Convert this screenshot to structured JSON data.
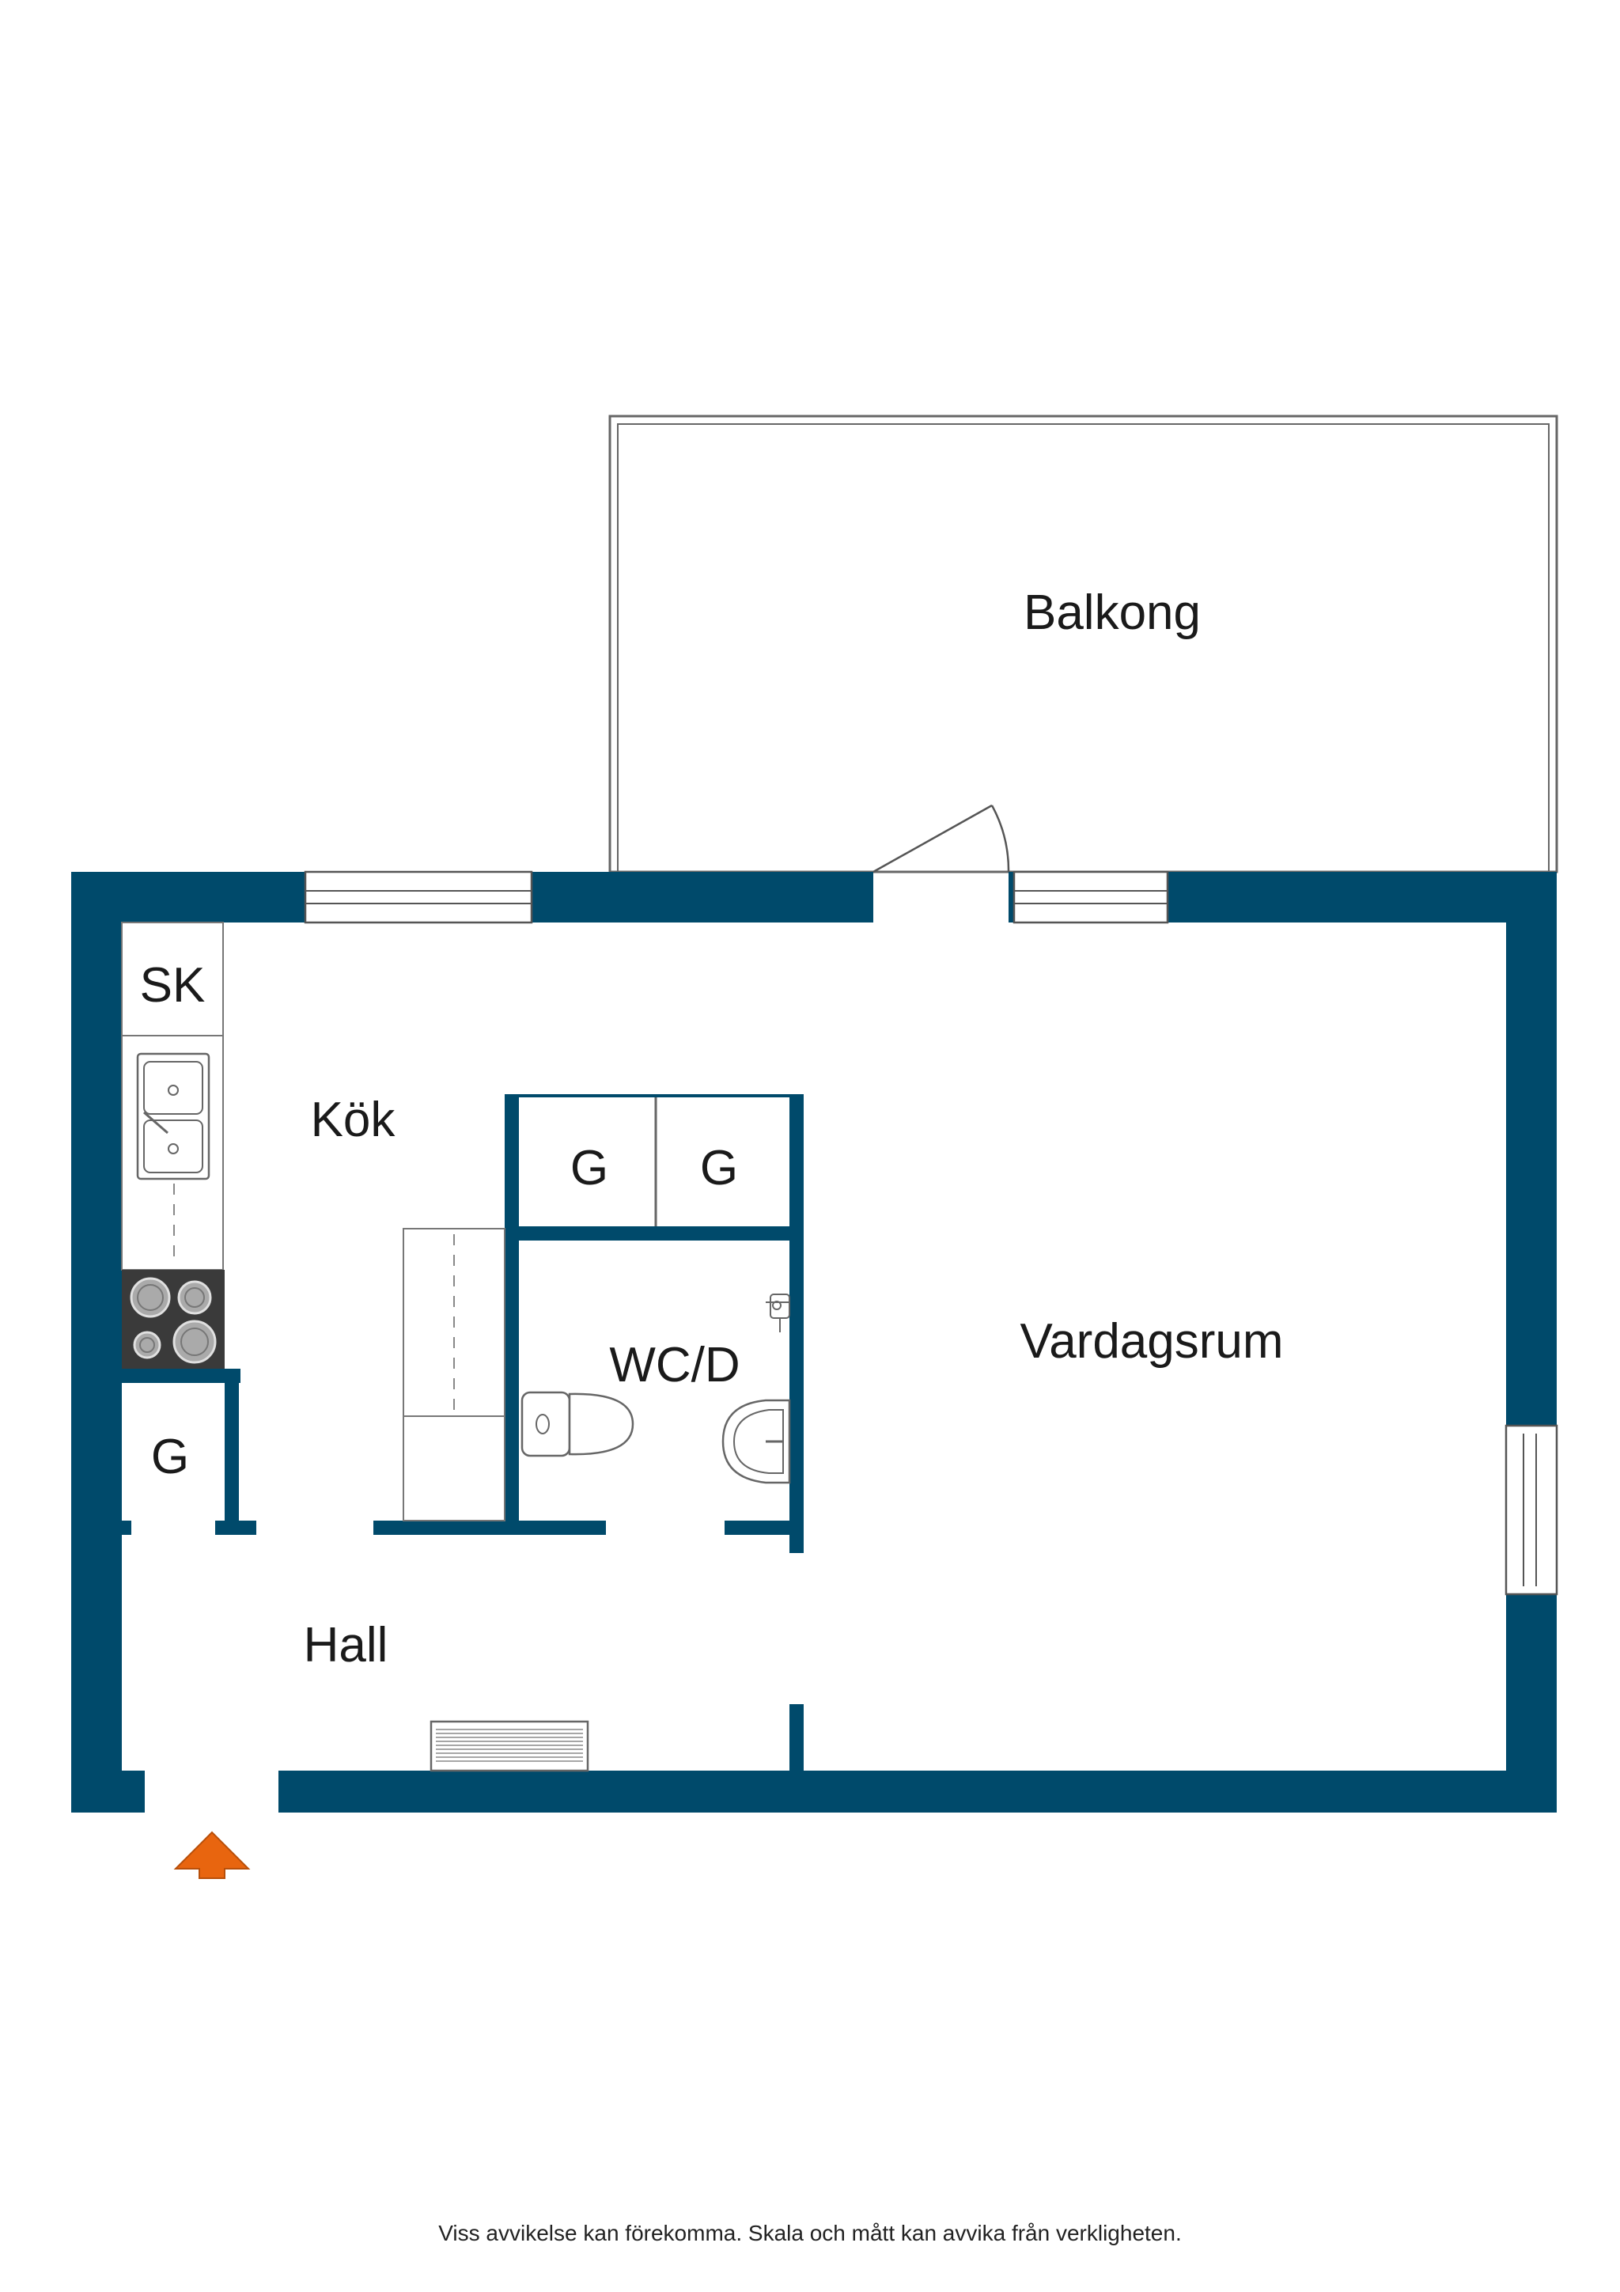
{
  "rooms": {
    "balkong": "Balkong",
    "sk": "SK",
    "kok": "Kök",
    "g_closet_1": "G",
    "g_closet_2": "G",
    "wcd": "WC/D",
    "vardagsrum": "Vardagsrum",
    "g_hall": "G",
    "hall": "Hall"
  },
  "disclaimer": "Viss avvikelse kan förekomma. Skala och mått kan avvika från verkligheten.",
  "colors": {
    "wall": "#004a6b",
    "entrance_arrow": "#e8650f",
    "stove_panel": "#3a3a3a"
  },
  "icons": {
    "entrance": "entrance-arrow-icon",
    "sink": "kitchen-sink-icon",
    "stove": "stove-icon",
    "toilet": "toilet-icon",
    "washbasin": "washbasin-icon",
    "radiator": "radiator-icon"
  }
}
